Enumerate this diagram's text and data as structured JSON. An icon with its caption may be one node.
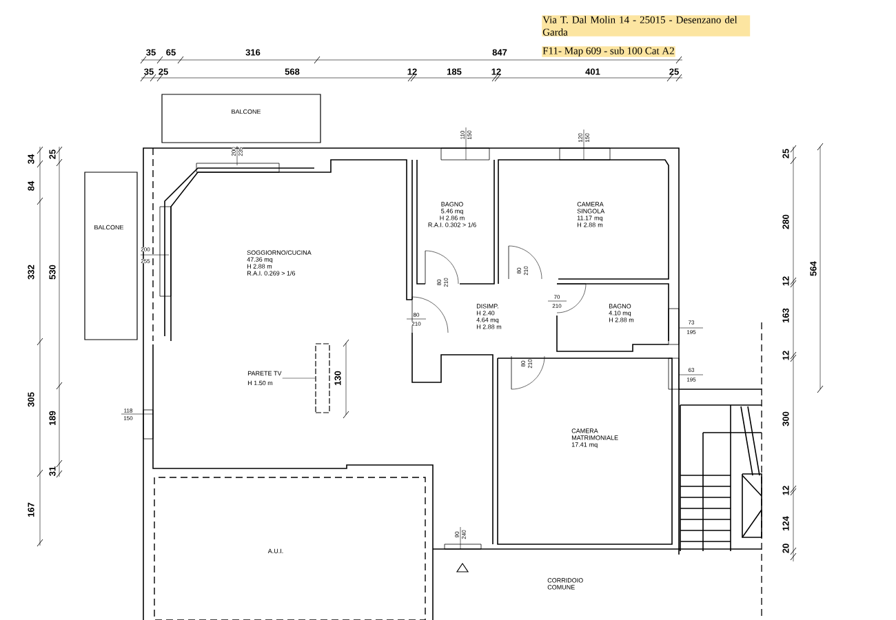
{
  "diagram": {
    "nodes": [
      {
        "text": [
          "BALCONE"
        ]
      },
      {
        "text": [
          "BALCONE"
        ]
      },
      {
        "text": [
          "SOGGIORNO/CUCINA",
          "47.36 mq",
          "H 2.88 m",
          "R.A.I. 0.269 > 1/6"
        ]
      },
      {
        "text": [
          "BAGNO",
          "5.46 mq",
          "H 2.86 m",
          "R.A.I. 0.302 > 1/6"
        ]
      },
      {
        "text": [
          "CAMERA SINGOLA",
          "11.17 mq",
          "H 2.88 m"
        ]
      },
      {
        "text": [
          "DISIMP.",
          "H 2.40",
          "4.64 mq",
          "H 2.88 m"
        ]
      },
      {
        "text": [
          "BAGNO",
          "4.10 mq",
          "H 2.88 m"
        ]
      },
      {
        "text": [
          "PARETE TV",
          "H 1.50 m"
        ]
      },
      {
        "text": [],
        "shape": "bar",
        "beside": [
          "130"
        ]
      },
      {
        "text": [
          "CAMERA MATRIMONIALE",
          "17.41 mq"
        ]
      },
      {
        "text": [
          "A.U.I."
        ]
      },
      {
        "text": [
          "CORRIDOIO COMUNE"
        ]
      }
    ],
    "edges": [
      {
        "from": 7,
        "to": 8,
        "arrow": "none"
      }
    ],
    "labels": [
      "Via T. Dal Molin 14 - 25015 - Desenzano del Garda",
      "35",
      "65",
      "316",
      "847",
      "F11- Map 609 - sub 100 Cat A2",
      "35",
      "25",
      "568",
      "12",
      "185",
      "12",
      "401",
      "25",
      "110",
      "150",
      "120",
      "150",
      "200",
      "235",
      "34",
      "84",
      "332",
      "305",
      "167",
      "25",
      "530",
      "189",
      "31",
      "200",
      "255",
      "118",
      "150",
      "25",
      "280",
      "12",
      "163",
      "12",
      "300",
      "12",
      "124",
      "20",
      "564",
      "80",
      "210",
      "80",
      "210",
      "80",
      "210",
      "70",
      "210",
      "73",
      "195",
      "80",
      "210",
      "63",
      "195",
      "90",
      "240"
    ]
  }
}
